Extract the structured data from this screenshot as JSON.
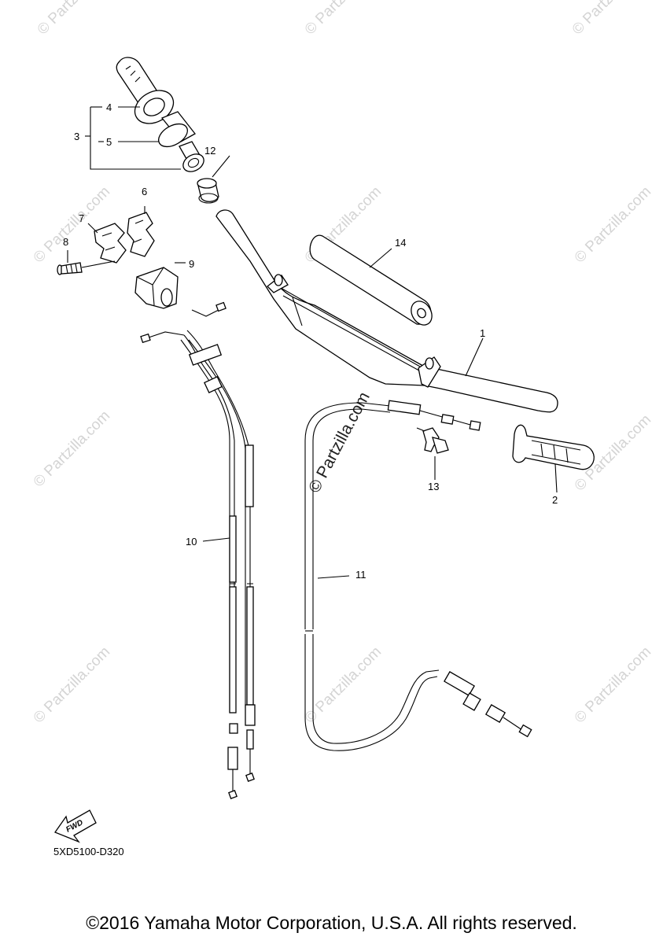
{
  "watermark": {
    "text": "© Partzilla.com",
    "center_text": "© Partzilla.com"
  },
  "callouts": {
    "c1": "1",
    "c2": "2",
    "c3": "3",
    "c4": "4",
    "c5": "5",
    "c6": "6",
    "c7": "7",
    "c8": "8",
    "c9": "9",
    "c10": "10",
    "c11": "11",
    "c12": "12",
    "c13": "13",
    "c14": "14"
  },
  "fwd_label": "FWD",
  "diagram_code": "5XD5100-D320",
  "copyright": "©2016 Yamaha Motor Corporation, U.S.A. All rights reserved.",
  "colors": {
    "line": "#000000",
    "watermark": "#d4d4d4",
    "background": "#ffffff"
  }
}
